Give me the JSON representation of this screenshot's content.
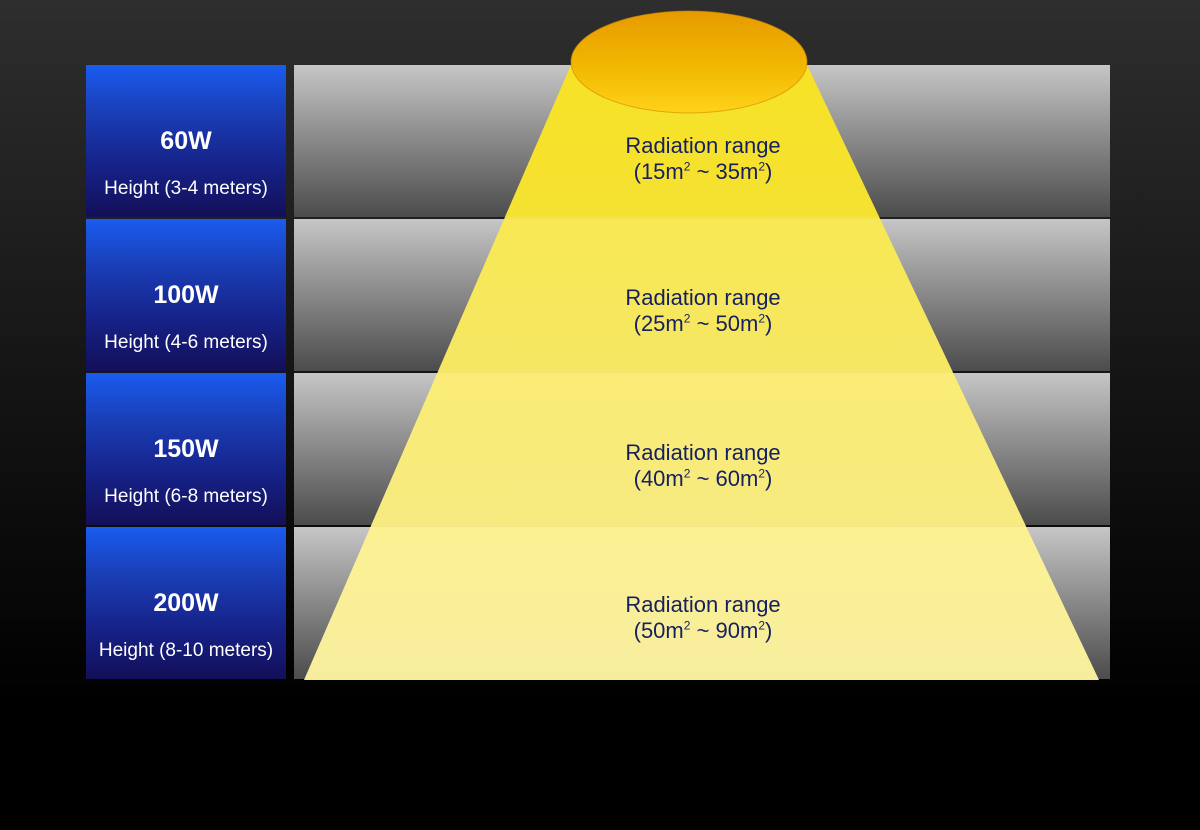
{
  "rows": [
    {
      "watt": "60W",
      "height": "Height (3-4 meters)",
      "range_title": "Radiation range",
      "range_min": "15",
      "range_max": "35"
    },
    {
      "watt": "100W",
      "height": "Height (4-6 meters)",
      "range_title": "Radiation range",
      "range_min": "25",
      "range_max": "50"
    },
    {
      "watt": "150W",
      "height": "Height (6-8 meters)",
      "range_title": "Radiation range",
      "range_min": "40",
      "range_max": "60"
    },
    {
      "watt": "200W",
      "height": "Height (8-10 meters)",
      "range_title": "Radiation range",
      "range_min": "50",
      "range_max": "90"
    }
  ],
  "units": {
    "area_unit": "m",
    "area_exponent": "2",
    "range_separator": "~"
  },
  "colors": {
    "beam": "#fff27a",
    "lamp": "#e9a300",
    "label_blue": "#1a4fd8",
    "label_navy": "#130f58",
    "range_text": "#15205e"
  }
}
